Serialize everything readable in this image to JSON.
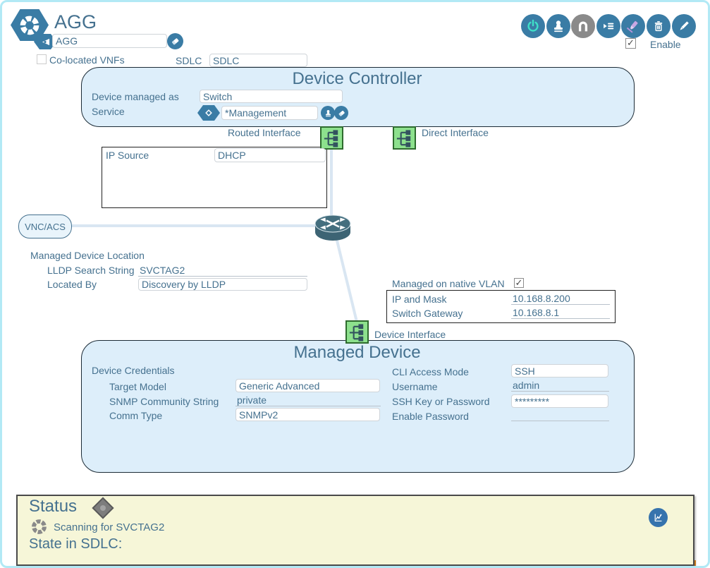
{
  "header": {
    "title": "AGG",
    "name_value": "AGG",
    "enable_label": "Enable",
    "enable_checked": true
  },
  "toolbar": {
    "icons": [
      "power-icon",
      "stamp-icon",
      "magnet-icon",
      "list-icon",
      "highlighter-icon",
      "trash-icon",
      "edit-pencil-icon"
    ]
  },
  "top_fields": {
    "colocated_label": "Co-located VNFs",
    "colocated_checked": false,
    "sdlc_label": "SDLC",
    "sdlc_value": "SDLC"
  },
  "device_controller": {
    "title": "Device Controller",
    "managed_as_label": "Device managed as",
    "managed_as_value": "Switch",
    "service_label": "Service",
    "service_value": "*Management"
  },
  "interfaces": {
    "routed_label": "Routed Interface",
    "direct_label": "Direct Interface",
    "device_label": "Device Interface"
  },
  "ip_source": {
    "label": "IP Source",
    "value": "DHCP"
  },
  "vnc_button_label": "VNC/ACS",
  "location": {
    "title": "Managed Device Location",
    "lldp_label": "LLDP Search String",
    "lldp_value": "SVCTAG2",
    "located_by_label": "Located By",
    "located_by_value": "Discovery by LLDP"
  },
  "vlan": {
    "native_label": "Managed on native VLAN",
    "native_checked": true,
    "ip_mask_label": "IP and Mask",
    "ip_mask_value": "10.168.8.200",
    "gateway_label": "Switch Gateway",
    "gateway_value": "10.168.8.1"
  },
  "managed_device": {
    "title": "Managed Device",
    "credentials_label": "Device Credentials",
    "target_model_label": "Target Model",
    "target_model_value": "Generic Advanced",
    "snmp_label": "SNMP Community String",
    "snmp_value": "private",
    "comm_type_label": "Comm Type",
    "comm_type_value": "SNMPv2",
    "cli_label": "CLI Access Mode",
    "cli_value": "SSH",
    "username_label": "Username",
    "username_value": "admin",
    "ssh_key_label": "SSH Key or Password",
    "ssh_key_value": "*********",
    "enable_pw_label": "Enable Password",
    "enable_pw_value": ""
  },
  "status": {
    "title": "Status",
    "scanning_text": "Scanning for SVCTAG2",
    "state_text": "State in SDLC:"
  },
  "colors": {
    "accent_blue": "#3a7ca5",
    "panel_fill": "#ddeefa",
    "panel_border": "#1c2b36",
    "status_fill": "#f6f6d8",
    "green_icon_fill": "#8de18d",
    "frame_border": "#b2e9f5",
    "orange": "#f5941f",
    "power_teal": "#3fe0c8",
    "router_teal": "#3d6474",
    "text_slate": "#45718f"
  }
}
